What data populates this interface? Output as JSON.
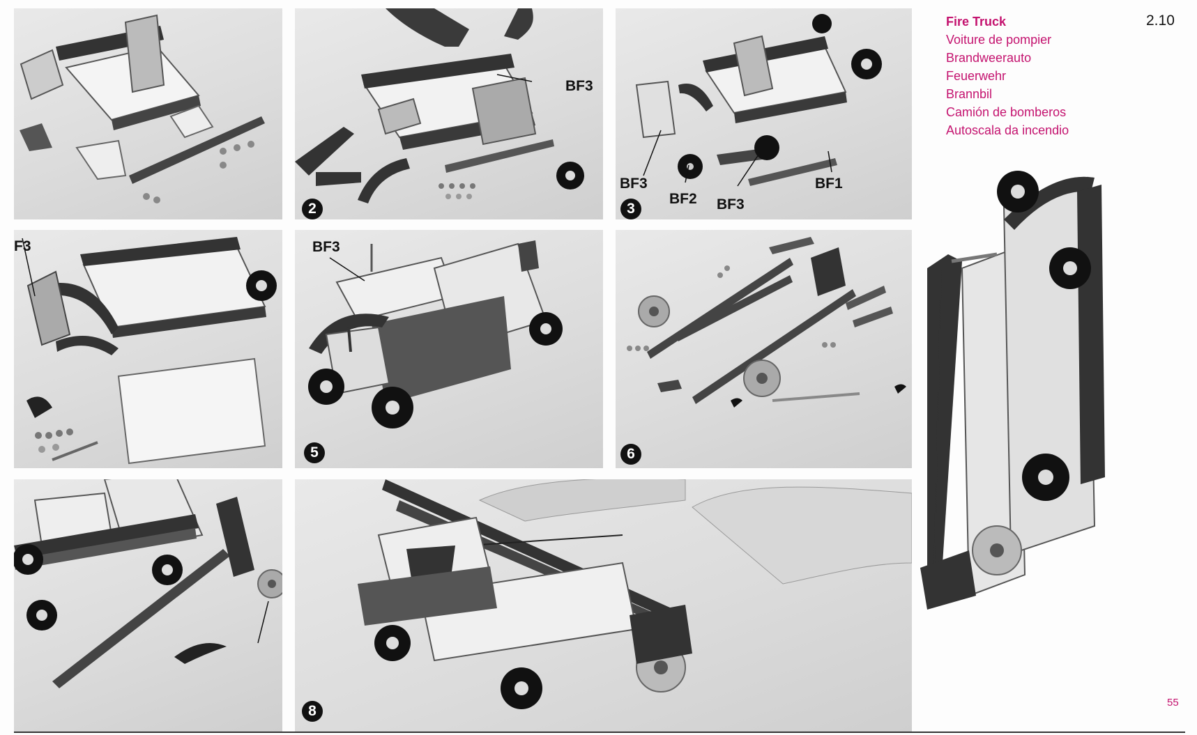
{
  "model": {
    "number": "2.10",
    "titles": [
      "Fire Truck",
      "Voiture de pompier",
      "Brandweerauto",
      "Feuerwehr",
      "Brannbil",
      "Camión de bomberos",
      "Autoscala da incendio"
    ]
  },
  "steps": {
    "s2": "2",
    "s3": "3",
    "s5": "5",
    "s6": "6",
    "s8": "8"
  },
  "callouts": {
    "p2_bf3": "BF3",
    "p3_bf3a": "BF3",
    "p3_bf2": "BF2",
    "p3_bf3b": "BF3",
    "p3_bf1": "BF1",
    "p4_f3": "F3",
    "p5_bf3": "BF3"
  },
  "page_number": "55"
}
